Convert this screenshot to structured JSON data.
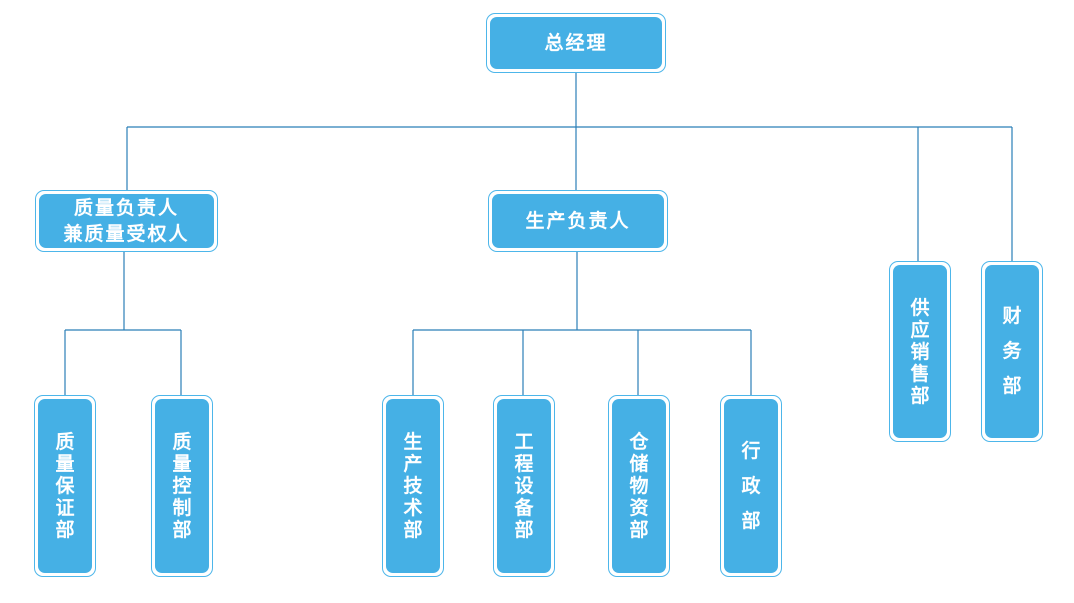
{
  "org_chart": {
    "root": {
      "label": "总经理"
    },
    "quality_head": {
      "label": "质量负责人\n兼质量受权人"
    },
    "production_head": {
      "label": "生产负责人"
    },
    "departments": {
      "quality_assurance": "质量保证部",
      "quality_control": "质量控制部",
      "production_tech": "生产技术部",
      "engineering_equipment": "工程设备部",
      "warehouse_materials": "仓储物资部",
      "administration": "行政部",
      "supply_sales": "供应销售部",
      "finance": "财务部"
    }
  },
  "colors": {
    "node_fill": "#45b0e5",
    "node_border": "#4db6ea",
    "connector": "#2a7fb8",
    "text": "#ffffff"
  }
}
